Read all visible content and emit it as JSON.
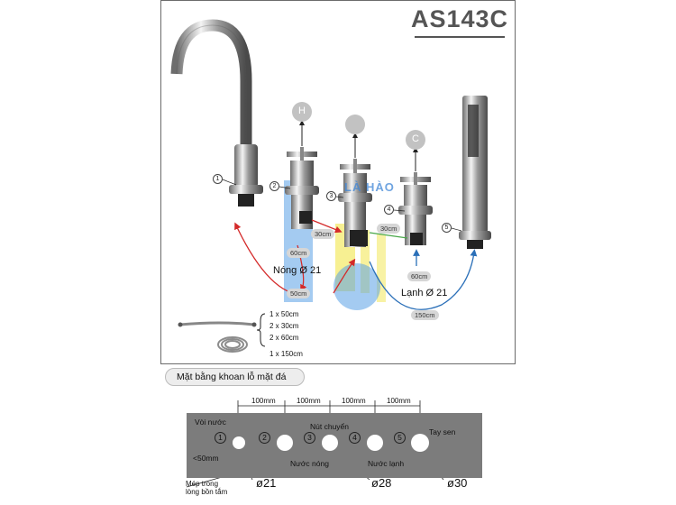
{
  "model": "AS143C",
  "parts": {
    "labels": [
      "1",
      "2",
      "3",
      "4",
      "5"
    ],
    "hot_badge": "H",
    "cold_badge": "C"
  },
  "hoses": {
    "hot_label": "Nóng Ø 21",
    "cold_label": "Lạnh Ø 21",
    "len_60_hot": "60cm",
    "len_50": "50cm",
    "len_30_a": "30cm",
    "len_30_b": "30cm",
    "len_60_cold": "60cm",
    "len_150": "150cm"
  },
  "accessories": [
    "1 x 50cm",
    "2 x 30cm",
    "2 x 60cm",
    "1 x 150cm"
  ],
  "watermark": "LÀ HÀO",
  "drilling": {
    "title": "Mặt bằng khoan lỗ mặt đá",
    "spacings": [
      "100mm",
      "100mm",
      "100mm",
      "100mm"
    ],
    "hole_numbers": [
      "1",
      "2",
      "3",
      "4",
      "5"
    ],
    "labels": {
      "spout": "Vòi nước",
      "switch": "Nút chuyển",
      "shower": "Tay sen",
      "hot": "Nước nóng",
      "cold": "Nước lạnh",
      "edge_gap": "<50mm",
      "inner_edge_line1": "Mép trong",
      "inner_edge_line2": "lòng bồn tắm"
    },
    "diameters": [
      "ø21",
      "ø28",
      "ø30"
    ]
  }
}
